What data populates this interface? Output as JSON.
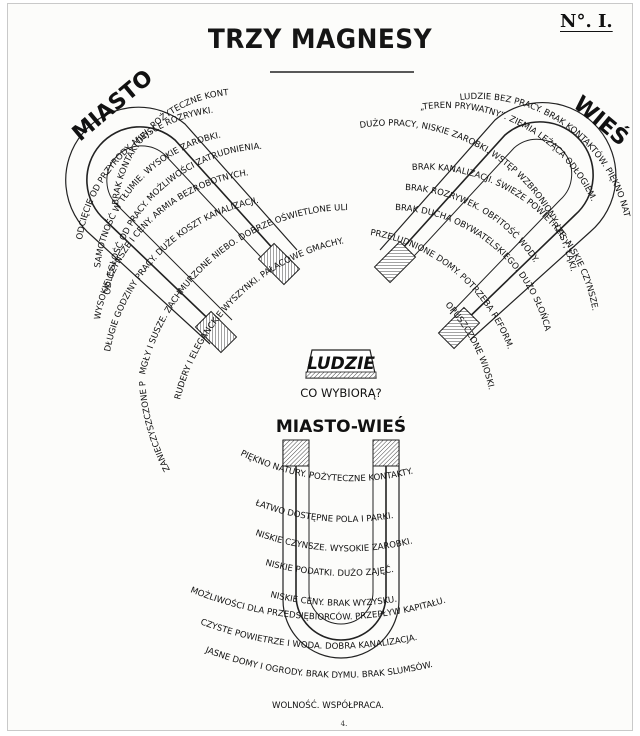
{
  "title": "TRZY MAGNESY",
  "number": "N°. I.",
  "center": {
    "badge": "LUDZIE",
    "question": "CO WYBIORĄ?"
  },
  "magnets": {
    "city": {
      "label": "MIASTO",
      "lines": [
        "BRAK KONTAKTÓW, POŻYTECZNE KONTAKTY.",
        "ODCIĘCIE OD PRZYRODY. MIEJSCE ROZRYWKI.",
        "SAMOTNOŚĆ W TŁUMIE. WYSOKIE ZAROBKI.",
        "ODLEGŁOŚĆ OD PRACY. MOŻLIWOŚCI ZATRUDNIENIA.",
        "WYSOKIE CZYNSZE I CENY. ARMIA BEZROBOTNYCH.",
        "DŁUGIE GODZINY PRACY. DUŻE KOSZT KANALIZACJI.",
        "MGŁY I SUSZE. ZACHMURZONE NIEBO. DOBRZE OŚWIETLONE ULICE.",
        "RUDERY I ELEGANCKIE WYSZYNKI. PAŁACOWE GMACHY.",
        "ZANIECZYSZCZONE POWIETRZE."
      ]
    },
    "country": {
      "label": "WIEŚ",
      "lines": [
        "LUDZIE BEZ PRACY. BRAK KONTAKTÓW. PIĘKNO NATURY.",
        "„TEREN PRYWATNY”. ZIEMIA LEŻĄCA ODŁOGIEM.",
        "DUŻO PRACY, NISKIE ZAROBKI. WSTĘP WZBRONIONY. LASY, ŁĄKI.",
        "BRAK KANALIZACJI. ŚWIEŻE POWIETRZE. NISKIE CZYNSZE.",
        "BRAK ROZRYWEK. OBFITOŚĆ WODY.",
        "BRAK DUCHA OBYWATELSKIEGO. DUŻO SŁOŃCA.",
        "PRZELUDNIONE DOMY. POTRZEBA REFORM.",
        "OPUSZCZONE WIOSKI."
      ]
    },
    "town_country": {
      "label": "MIASTO-WIEŚ",
      "lines": [
        "PIĘKNO NATURY. POŻYTECZNE KONTAKTY.",
        "ŁATWO DOSTĘPNE POLA I PARKI.",
        "NISKIE CZYNSZE. WYSOKIE ZAROBKI.",
        "NISKIE PODATKI. DUŻO ZAJĘĆ.",
        "NISKIE CENY. BRAK WYZYSKU.",
        "MOŻLIWOŚCI DLA PRZEDSIĘBIORCÓW. PRZEPŁYW KAPITAŁU.",
        "CZYSTE POWIETRZE I WODA. DOBRA KANALIZACJA.",
        "JASNE DOMY I OGRODY. BRAK DYMU. BRAK SLUMSÓW.",
        "WOLNOŚĆ. WSPÓŁPRACA."
      ]
    }
  },
  "footer_mark": "4."
}
